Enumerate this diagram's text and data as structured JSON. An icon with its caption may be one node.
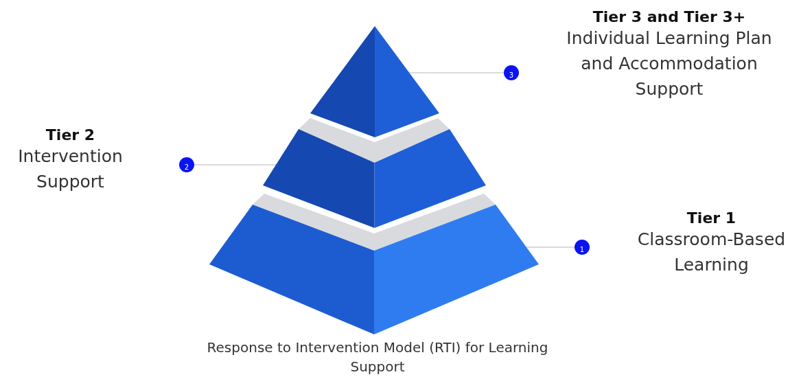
{
  "diagram": {
    "caption": "Response to Intervention Model (RTI) for Learning Support",
    "nodes": [
      {
        "text": [
          "Tier 3 and Tier 3+",
          "Individual Learning Plan and Accommodation Support"
        ]
      },
      {
        "text": [
          "Tier 2",
          "Intervention Support"
        ]
      },
      {
        "text": [
          "Tier 1",
          "Classroom-Based Learning"
        ]
      },
      {
        "text": [
          "3"
        ]
      },
      {
        "text": [
          "2"
        ]
      },
      {
        "text": [
          "1"
        ]
      },
      {
        "text": [],
        "shape": "pyramid"
      },
      {
        "text": [],
        "shape": "trapezoid"
      },
      {
        "text": [],
        "shape": "trapezoid"
      }
    ],
    "edges": [
      {
        "from": 3,
        "to": 6,
        "arrow": "none"
      },
      {
        "from": 4,
        "to": 7,
        "arrow": "none"
      },
      {
        "from": 5,
        "to": 8,
        "arrow": "none"
      }
    ]
  }
}
